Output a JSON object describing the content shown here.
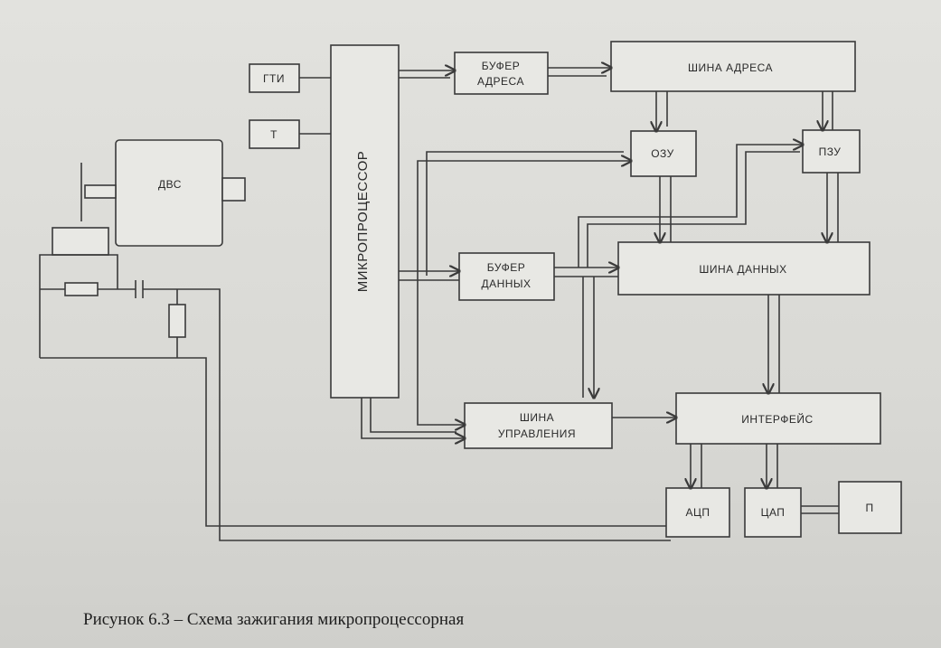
{
  "blocks": {
    "gti": "ГТИ",
    "t": "Т",
    "engine": "ДВС",
    "cpu": "МИКРОПРОЦЕССОР",
    "addr_buf_1": "БУФЕР",
    "addr_buf_2": "АДРЕСА",
    "addr_bus": "ШИНА АДРЕСА",
    "ram": "ОЗУ",
    "rom": "ПЗУ",
    "data_buf_1": "БУФЕР",
    "data_buf_2": "ДАННЫХ",
    "data_bus": "ШИНА ДАННЫХ",
    "ctrl_bus_1": "ШИНА",
    "ctrl_bus_2": "УПРАВЛЕНИЯ",
    "interface": "ИНТЕРФЕЙС",
    "adc": "АЦП",
    "dac": "ЦАП",
    "p": "П"
  },
  "caption": "Рисунок 6.3 – Схема зажигания микропроцессорная"
}
